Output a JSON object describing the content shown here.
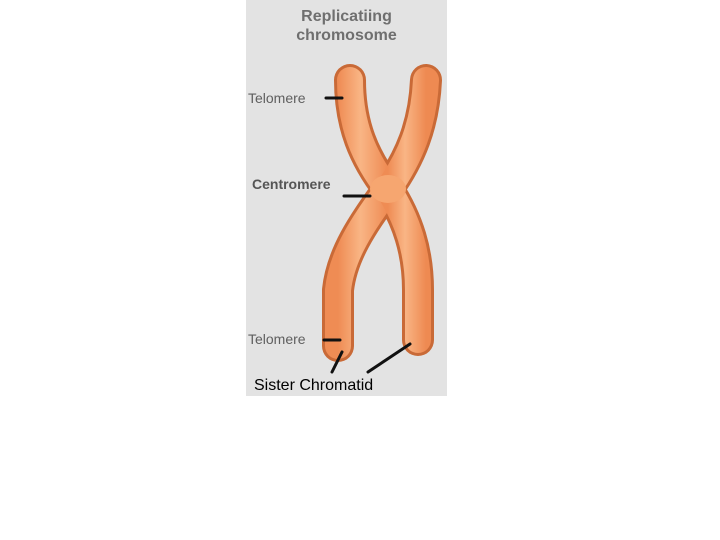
{
  "diagram": {
    "title_line1": "Replicatiing",
    "title_line2": "chromosome",
    "labels": {
      "telomere_top": "Telomere",
      "centromere": "Centromere",
      "telomere_bottom": "Telomere",
      "sister_chromatid": "Sister Chromatid"
    },
    "colors": {
      "background": "#e3e3e3",
      "chromatid_fill": "#f6a670",
      "chromatid_outline": "#c96a37",
      "leader_line": "#111111"
    }
  }
}
